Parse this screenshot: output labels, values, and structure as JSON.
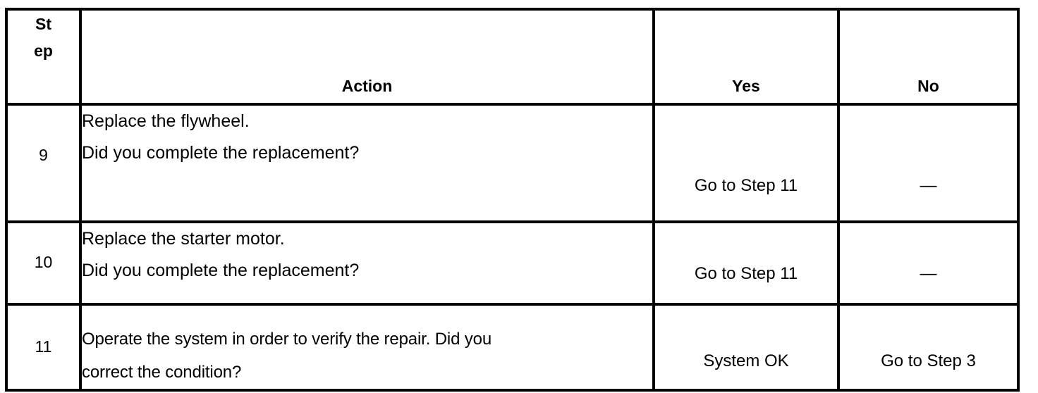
{
  "table": {
    "columns": [
      {
        "key": "step",
        "label_lines": [
          "St",
          "ep"
        ],
        "label": "Step"
      },
      {
        "key": "action",
        "label": "Action"
      },
      {
        "key": "yes",
        "label": "Yes"
      },
      {
        "key": "no",
        "label": "No"
      }
    ],
    "rows": [
      {
        "step": "9",
        "action_lines": [
          "Replace the flywheel.",
          "Did you  complete the replacement?"
        ],
        "yes": "Go to Step 11",
        "no": "—"
      },
      {
        "step": "10",
        "action_lines": [
          "Replace the starter motor.",
          "Did you complete the replacement?"
        ],
        "yes": "Go to Step 11",
        "no": "—"
      },
      {
        "step": "11",
        "action_lines": [
          "Operate the system in order to verify the repair. Did you",
          "correct the condition?"
        ],
        "yes": "System OK",
        "no": "Go to Step 3"
      }
    ]
  },
  "colors": {
    "border": "#000000",
    "text": "#000000",
    "background": "#ffffff"
  }
}
